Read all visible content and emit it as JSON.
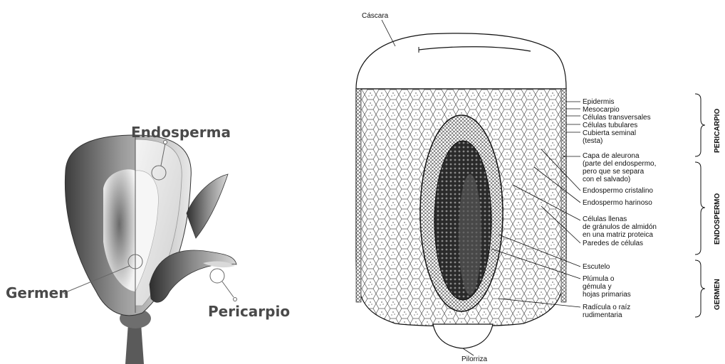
{
  "left_diagram": {
    "labels": {
      "endosperma": "Endosperma",
      "germen": "Germen",
      "pericarpio": "Pericarpio"
    }
  },
  "right_diagram": {
    "top_label": "Cáscara",
    "bottom_label": "Pilorriza",
    "pericarpio_labels": {
      "epidermis": "Epidermis",
      "mesocarpio": "Mesocarpio",
      "transversales": "Células transversales",
      "tubulares": "Células tubulares",
      "cubierta": "Cubierta seminal",
      "testa": "(testa)"
    },
    "endospermo_labels": {
      "aleurona_1": "Capa de aleurona",
      "aleurona_2": "(parte del endospermo,",
      "aleurona_3": "pero que se separa",
      "aleurona_4": "con el salvado)",
      "cristalino": "Endospermo cristalino",
      "harinoso": "Endospermo harinoso",
      "celulas_1": "Células llenas",
      "celulas_2": "de gránulos de almidón",
      "celulas_3": "en una matriz proteica",
      "paredes": "Paredes de células"
    },
    "germen_labels": {
      "escutelo": "Escutelo",
      "plumula_1": "Plúmula o",
      "plumula_2": "gémula y",
      "plumula_3": "hojas primarias",
      "radicula_1": "Radícula o raíz",
      "radicula_2": "rudimentaria"
    },
    "groups": {
      "pericarpio": "PERICARPIO",
      "endospermo": "ENDOSPERMO",
      "germen": "GERMEN"
    }
  }
}
